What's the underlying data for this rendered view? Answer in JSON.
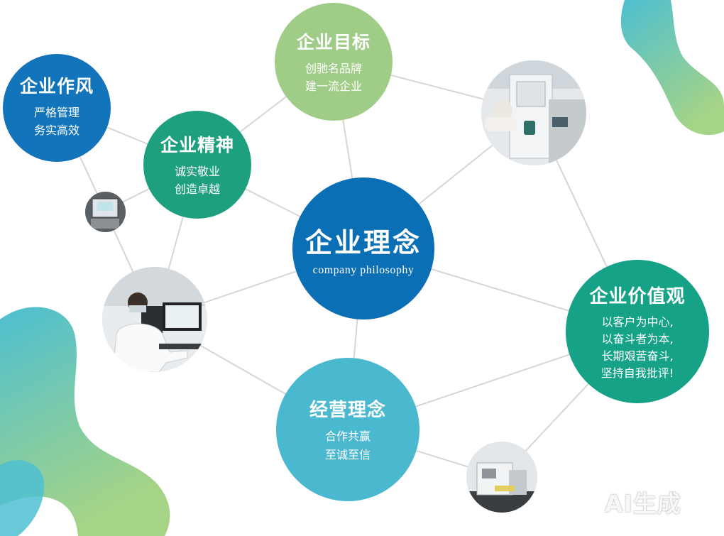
{
  "center": {
    "title": "企业理念",
    "subtitle": "company philosophy"
  },
  "style": {
    "title": "企业作风",
    "lines": [
      "严格管理",
      "务实高效"
    ]
  },
  "goal": {
    "title": "企业目标",
    "lines": [
      "创驰名品牌",
      "建一流企业"
    ]
  },
  "spirit": {
    "title": "企业精神",
    "lines": [
      "诚实敬业",
      "创造卓越"
    ]
  },
  "values": {
    "title": "企业价值观",
    "lines": [
      "以客户为中心,",
      "以奋斗者为本,",
      "长期艰苦奋斗,",
      "坚持自我批评!"
    ]
  },
  "operation": {
    "title": "经营理念",
    "lines": [
      "合作共赢",
      "至诚至信"
    ]
  },
  "watermark": "AI生成",
  "colors": {
    "center": "#0b6fb5",
    "style": "#1274bb",
    "goal": "#9fcc86",
    "spirit": "#1ea07f",
    "values": "#15a286",
    "operation": "#4ab8cf",
    "blob_blue": "#4dbfd1",
    "blob_green": "#a6d486",
    "network_line": "#d6d6d6"
  }
}
